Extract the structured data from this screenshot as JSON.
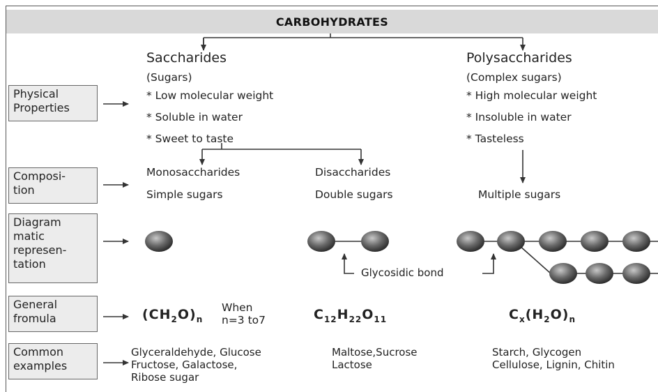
{
  "header": {
    "title": "CARBOHYDRATES"
  },
  "saccharides": {
    "title": "Saccharides",
    "subtitle": "(Sugars)",
    "props": [
      "* Low molecular weight",
      "* Soluble in water",
      "* Sweet to taste"
    ]
  },
  "polysaccharides": {
    "title": "Polysaccharides",
    "subtitle": "(Complex sugars)",
    "props": [
      "* High molecular weight",
      "* Insoluble in water",
      "* Tasteless"
    ]
  },
  "labels": {
    "physical": [
      "Physical",
      "Properties"
    ],
    "composition": [
      "Composi-",
      "tion"
    ],
    "diagram": [
      "Diagram",
      "matic",
      "represen-",
      "tation"
    ],
    "formula": [
      "General",
      "fromula"
    ],
    "examples": [
      "Common",
      "examples"
    ]
  },
  "composition": {
    "mono": {
      "name": "Monosaccharides",
      "desc": "Simple sugars"
    },
    "di": {
      "name": "Disaccharides",
      "desc": "Double sugars"
    },
    "poly": {
      "desc": "Multiple sugars"
    }
  },
  "bond_label": "Glycosidic bond",
  "formulas": {
    "mono": {
      "main": "(CH",
      "sub1": "2",
      "mid": "O)",
      "sub2": "n",
      "note1": "When",
      "note2": "n=3 to7"
    },
    "di": {
      "c": "C",
      "s1": "12",
      "h": "H",
      "s2": "22",
      "o": "O",
      "s3": "11"
    },
    "poly": {
      "c": "C",
      "s1": "x",
      "mid": "(H",
      "s2": "2",
      "end": "O)",
      "s3": "n"
    }
  },
  "examples": {
    "mono": [
      "Glyceraldehyde, Glucose",
      "Fructose, Galactose,",
      "Ribose sugar"
    ],
    "di": [
      "Maltose,Sucrose",
      "Lactose"
    ],
    "poly": [
      "Starch, Glycogen",
      "Cellulose, Lignin, Chitin"
    ]
  }
}
